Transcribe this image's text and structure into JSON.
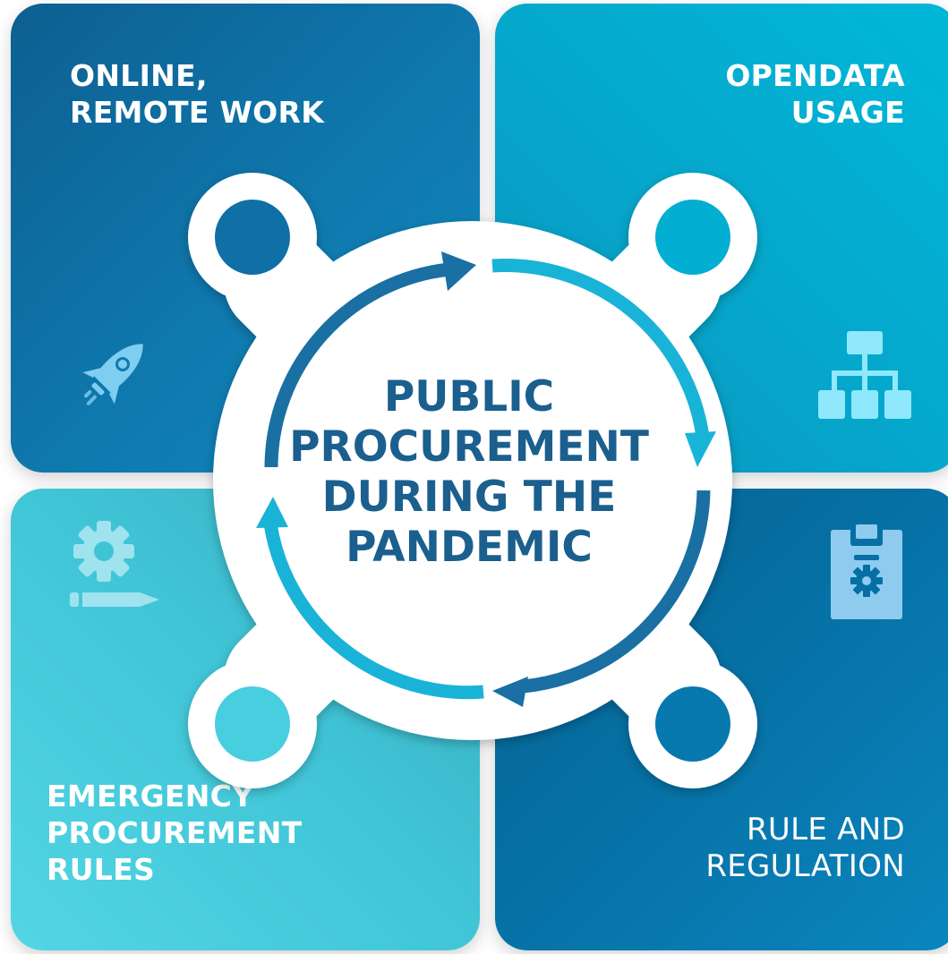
{
  "diagram": {
    "center_title": [
      "PUBLIC",
      "PROCUREMENT",
      "DURING THE",
      "PANDEMIC"
    ],
    "quadrants": {
      "top_left": {
        "lines": [
          "ONLINE,",
          "REMOTE WORK"
        ],
        "icon": "rocket-icon"
      },
      "top_right": {
        "lines": [
          "OPENDATA",
          "USAGE"
        ],
        "icon": "hierarchy-icon"
      },
      "bottom_left": {
        "lines": [
          "EMERGENCY",
          "PROCUREMENT",
          "RULES"
        ],
        "icon": "gear-pencil-icon"
      },
      "bottom_right": {
        "lines": [
          "RULE AND",
          "REGULATION"
        ],
        "icon": "clipboard-gear-icon"
      }
    },
    "colors": {
      "title": "#1b5f8e",
      "arrow_dark": "#1a6fa3",
      "arrow_light": "#1ab3d8",
      "tile_top_left": "#0f79ae",
      "tile_top_right": "#06a6cb",
      "tile_bottom_left": "#3fc4d6",
      "tile_bottom_right": "#0670a4"
    }
  }
}
